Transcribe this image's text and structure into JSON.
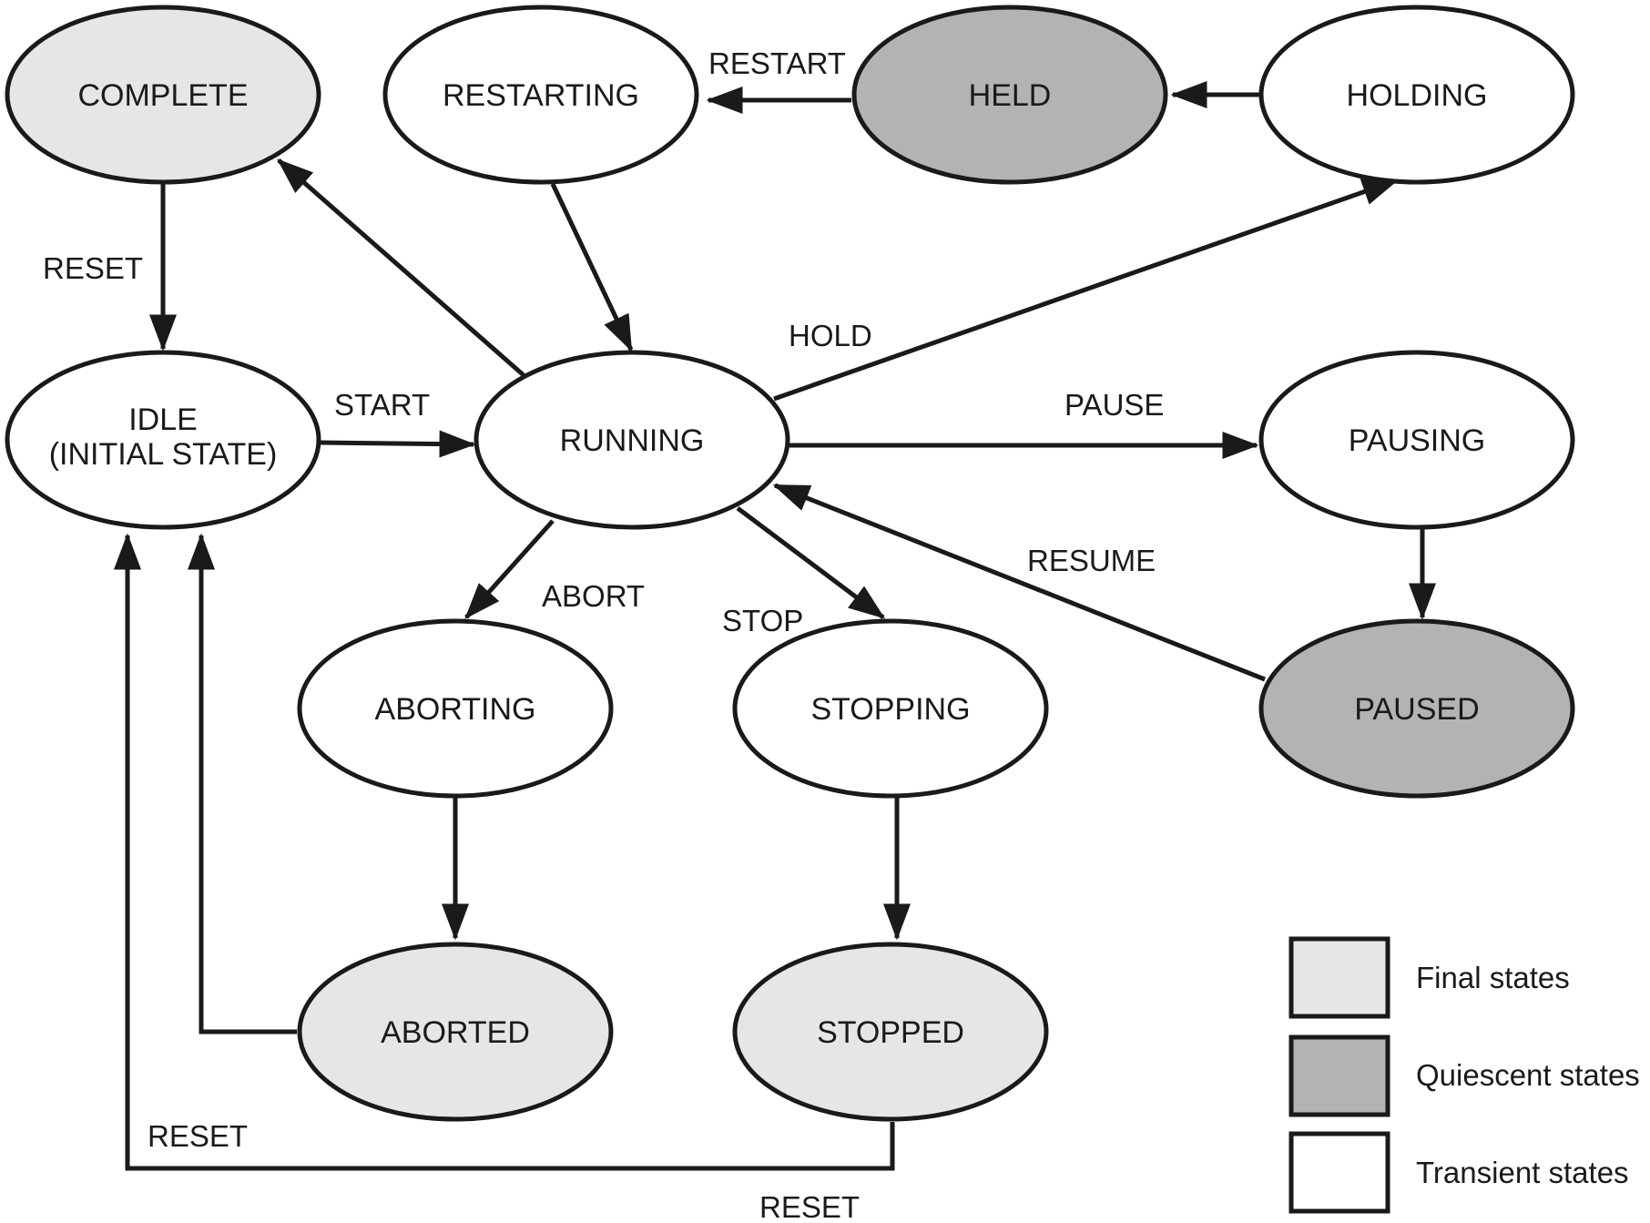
{
  "colors": {
    "final": "#e6e6e6",
    "quiescent": "#b3b3b3",
    "transient": "#ffffff",
    "stroke": "#1a1a1a"
  },
  "states": {
    "complete": {
      "label": "COMPLETE",
      "kind": "final"
    },
    "restarting": {
      "label": "RESTARTING",
      "kind": "transient"
    },
    "held": {
      "label": "HELD",
      "kind": "quiescent"
    },
    "holding": {
      "label": "HOLDING",
      "kind": "transient"
    },
    "idle": {
      "line1": "IDLE",
      "line2": "(INITIAL STATE)",
      "kind": "transient"
    },
    "running": {
      "label": "RUNNING",
      "kind": "transient"
    },
    "pausing": {
      "label": "PAUSING",
      "kind": "transient"
    },
    "aborting": {
      "label": "ABORTING",
      "kind": "transient"
    },
    "stopping": {
      "label": "STOPPING",
      "kind": "transient"
    },
    "paused": {
      "label": "PAUSED",
      "kind": "quiescent"
    },
    "aborted": {
      "label": "ABORTED",
      "kind": "final"
    },
    "stopped": {
      "label": "STOPPED",
      "kind": "final"
    }
  },
  "transitions": {
    "restart": "RESTART",
    "reset_complete": "RESET",
    "hold": "HOLD",
    "start": "START",
    "pause": "PAUSE",
    "resume": "RESUME",
    "abort": "ABORT",
    "stop": "STOP",
    "reset_aborted": "RESET",
    "reset_stopped": "RESET"
  },
  "legend": {
    "final": "Final states",
    "quiescent": "Quiescent states",
    "transient": "Transient states"
  }
}
